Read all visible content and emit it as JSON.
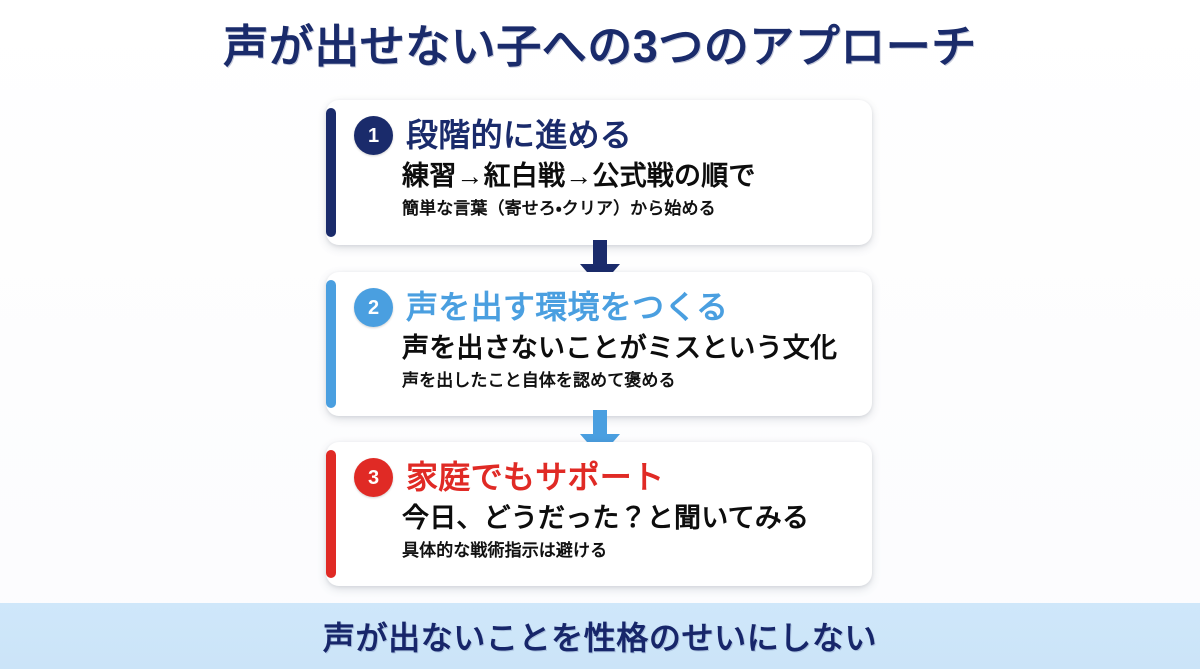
{
  "slide": {
    "title": "声が出せない子への3つのアプローチ",
    "background_color": "#ffffff",
    "title_color": "#1a2b6b"
  },
  "steps": [
    {
      "number": "1",
      "heading": "段階的に進める",
      "subtitle": "練習→紅白戦→公式戦の順で",
      "caption": "簡単な言葉（寄せろ・クリア）から始める",
      "accent_color": "#1a2b6b"
    },
    {
      "number": "2",
      "heading": "声を出す環境をつくる",
      "subtitle": "声を出さないことがミスという文化",
      "caption": "声を出したこと自体を認めて褒める",
      "accent_color": "#4a9fe0"
    },
    {
      "number": "3",
      "heading": "家庭でもサポート",
      "subtitle": "今日、どうだった？と聞いてみる",
      "caption": "具体的な戦術指示は避ける",
      "accent_color": "#e02a25"
    }
  ],
  "arrows": [
    {
      "name": "down-arrow-icon",
      "color": "#1a2b6b"
    },
    {
      "name": "down-arrow-icon",
      "color": "#4a9fe0"
    }
  ],
  "footer": {
    "text": "声が出ないことを性格のせいにしない",
    "band_color": "#cfe7fa",
    "text_color": "#17266a"
  }
}
